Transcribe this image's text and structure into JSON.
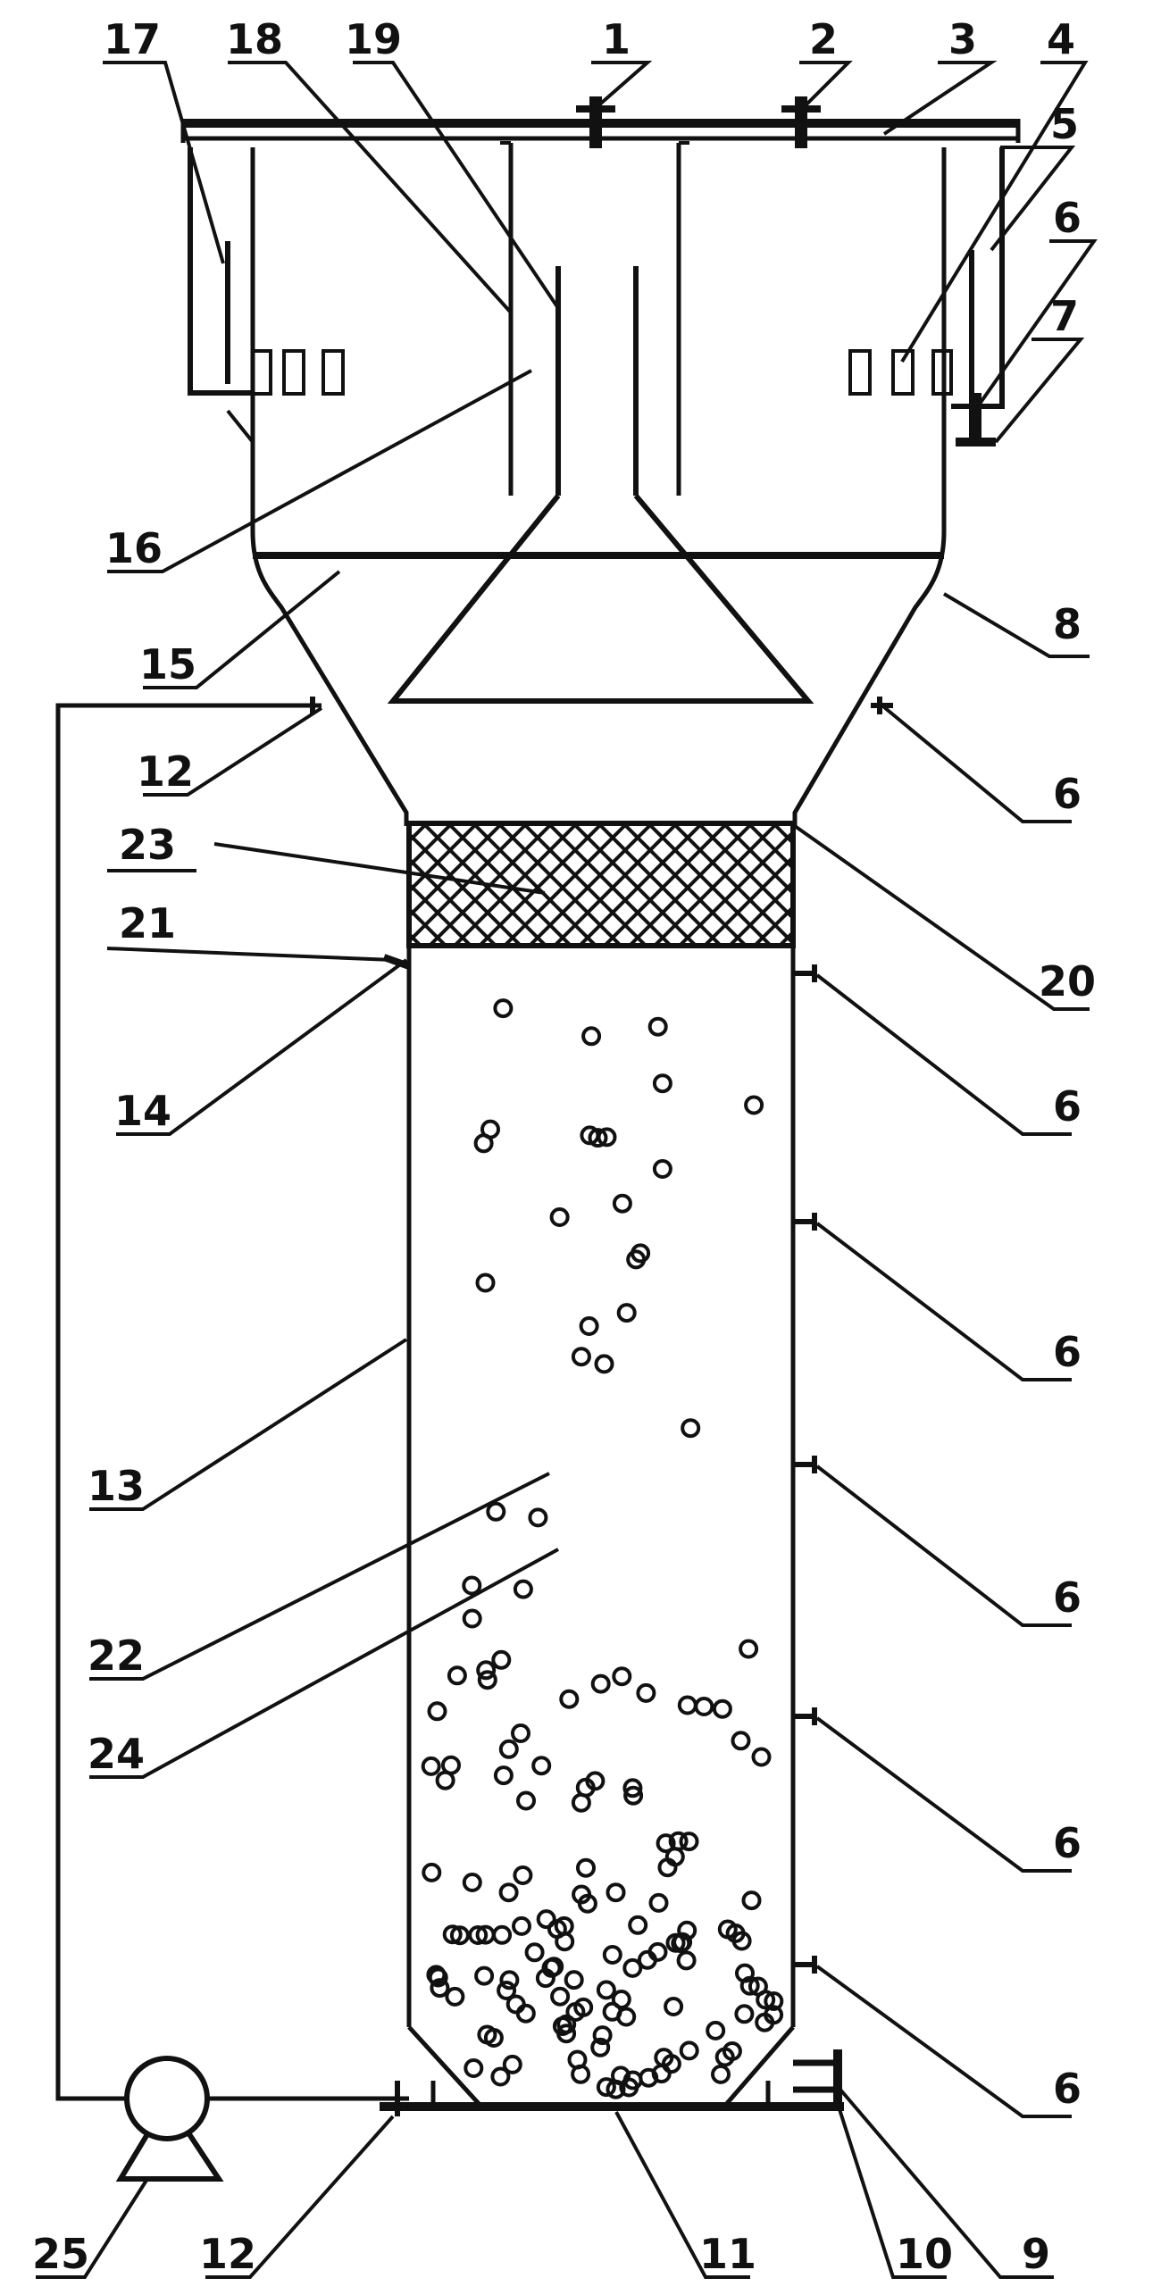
{
  "labels": {
    "l1": "1",
    "l2": "2",
    "l3": "3",
    "l4": "4",
    "l5": "5",
    "l6": "6",
    "l7": "7",
    "l8": "8",
    "l9": "9",
    "l10": "10",
    "l11": "11",
    "l12": "12",
    "l13": "13",
    "l14": "14",
    "l15": "15",
    "l16": "16",
    "l17": "17",
    "l18": "18",
    "l19": "19",
    "l20": "20",
    "l21": "21",
    "l22": "22",
    "l23": "23",
    "l24": "24",
    "l25": "25"
  },
  "colors": {
    "line": "#111111",
    "background": "#ffffff"
  }
}
